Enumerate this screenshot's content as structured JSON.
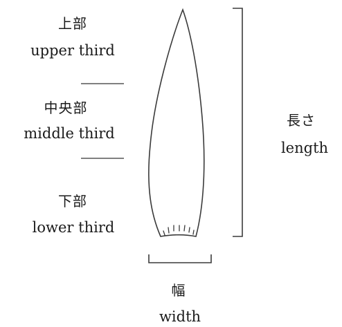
{
  "sections": {
    "upper": {
      "ja": "上部",
      "en": "upper third"
    },
    "middle": {
      "ja": "中央部",
      "en": "middle third"
    },
    "lower": {
      "ja": "下部",
      "en": "lower third"
    }
  },
  "length": {
    "ja": "長さ",
    "en": "length"
  },
  "width": {
    "ja": "幅",
    "en": "width"
  }
}
